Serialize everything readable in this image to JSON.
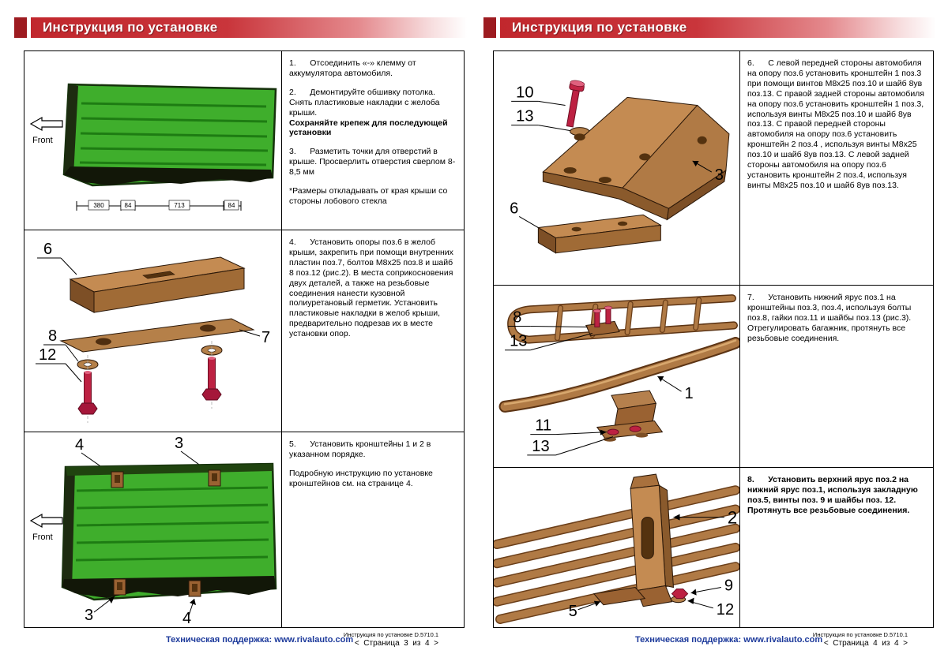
{
  "colors": {
    "header_red": "#c1272d",
    "link_blue": "#1d3a9b",
    "roof_green": "#3fae2c",
    "part_brown": "#a9713d",
    "bolt_red": "#bd2142"
  },
  "header": {
    "title": "Инструкция по установке"
  },
  "footer": {
    "support": "Техническая поддержка: www.rivalauto.com",
    "doc_ref": "Инструкция по установке D.5710.1"
  },
  "page3": {
    "page_label": "<  Страница  3  из  4  >",
    "front_label": "Front",
    "steps": {
      "s1": "1.      Отсоединить «-» клемму от аккумулятора автомобиля.",
      "s2": "2.      Демонтируйте обшивку потолка. Снять пластиковые накладки с желоба крыши.",
      "s2b": "Сохраняйте крепеж для последующей установки",
      "s3": "3.      Разметить точки для отверстий в крыше. Просверлить отверстия сверлом 8-8,5 мм",
      "s3n": "*Размеры откладывать от края крыши со стороны лобового стекла",
      "s4": "4.      Установить опоры поз.6 в желоб крыши, закрепить при помощи внутренних пластин поз.7, болтов М8х25 поз.8 и шайб 8 поз.12 (рис.2). В места соприкосновения двух деталей, а также на резьбовые соединения нанести кузовной полиуретановый герметик. Установить пластиковые накладки в желоб крыши, предварительно подрезав их в месте установки опор.",
      "s5": "5.      Установить кронштейны 1 и 2 в указанном порядке.",
      "s5n": "Подробную инструкцию по установке кронштейнов см. на странице 4."
    },
    "fig1": {
      "dims": [
        "380",
        "84",
        "713",
        "84"
      ]
    },
    "fig2": {
      "c6": "6",
      "c7": "7",
      "c8": "8",
      "c12": "12"
    },
    "fig3": {
      "c4t": "4",
      "c3t": "3",
      "c3b": "3",
      "c4b": "4"
    }
  },
  "page4": {
    "page_label": "<  Страница  4  из  4  >",
    "steps": {
      "s6": "6.      С левой передней стороны автомобиля на опору поз.6 установить кронштейн 1 поз.3 при помощи винтов М8х25 поз.10 и шайб 8ув поз.13. С правой задней стороны автомобиля на опору поз.6 установить кронштейн 1 поз.3, используя винты М8х25 поз.10 и шайб 8ув поз.13. С правой передней стороны автомобиля на опору поз.6 установить кронштейн 2 поз.4 , используя винты М8х25 поз.10 и шайб 8ув поз.13. С левой задней стороны автомобиля на опору поз.6 установить кронштейн 2 поз.4, используя винты М8х25 поз.10 и шайб 8ув поз.13.",
      "s7": "7.      Установить нижний ярус поз.1 на кронштейны поз.3, поз.4, используя болты поз.8, гайки поз.11 и шайбы поз.13 (рис.3). Отрегулировать багажник, протянуть все резьбовые соединения.",
      "s8": "8.      Установить верхний ярус поз.2 на нижний ярус поз.1, используя закладную поз.5, винты поз. 9 и шайбы поз. 12. Протянуть все резьбовые соединения."
    },
    "fig4": {
      "c10": "10",
      "c13": "13",
      "c3": "3",
      "c6": "6"
    },
    "fig5": {
      "c8": "8",
      "c13a": "13",
      "c1": "1",
      "c11": "11",
      "c13b": "13"
    },
    "fig6": {
      "c2": "2",
      "c5": "5",
      "c9": "9",
      "c12": "12"
    }
  }
}
